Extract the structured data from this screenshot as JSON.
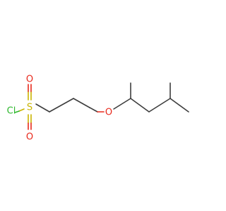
{
  "diagram": {
    "atoms": {
      "chlorine": {
        "label": "Cl",
        "color": "#2fb82f"
      },
      "sulfur": {
        "label": "S",
        "color": "#c9b400"
      },
      "oxygen_top": {
        "label": "O",
        "color": "#e8291c"
      },
      "oxygen_bottom": {
        "label": "O",
        "color": "#e8291c"
      },
      "oxygen_ether": {
        "label": "O",
        "color": "#e8291c"
      }
    },
    "bond_color": "#3d3d3d"
  }
}
